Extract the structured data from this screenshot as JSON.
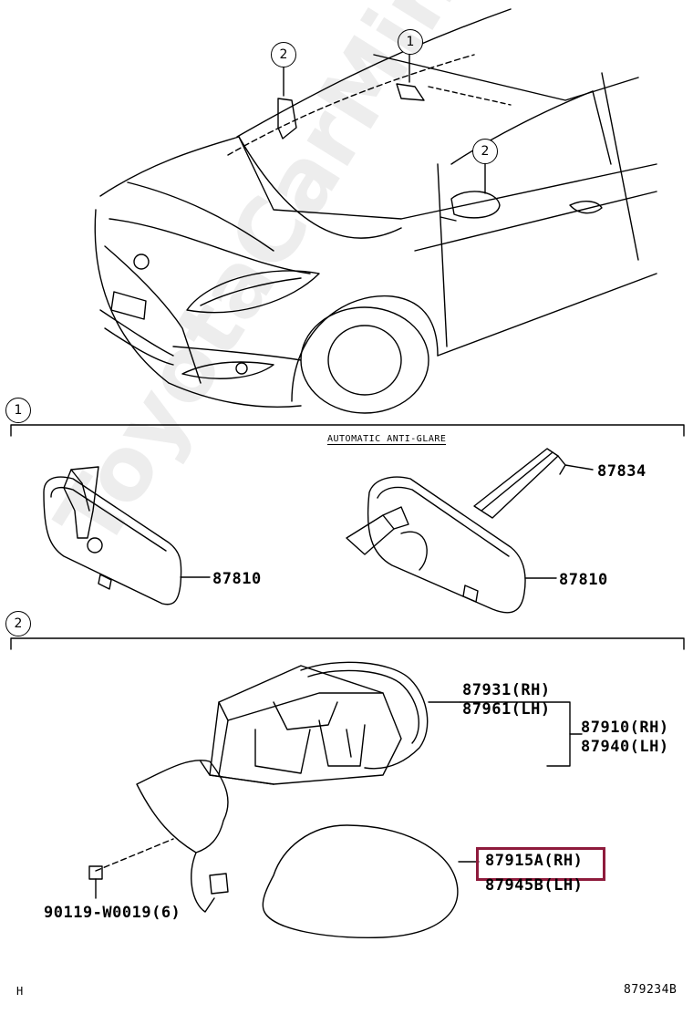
{
  "section_headers": {
    "section1": "1",
    "section2": "2"
  },
  "top_callouts": {
    "rearview_mirror": "1",
    "outer_mirror_left": "2",
    "outer_mirror_right": "2"
  },
  "sub_caption": "AUTOMATIC ANTI-GLARE",
  "labels": {
    "p87834": "87834",
    "p87810_left": "87810",
    "p87810_right": "87810",
    "p87931": "87931(RH)",
    "p87961": "87961(LH)",
    "p87910": "87910(RH)",
    "p87940": "87940(LH)",
    "p87915A": "87915A(RH)",
    "p87945B": "87945B(LH)",
    "p90119": "90119-W0019(6)"
  },
  "footer": {
    "left_mark": "H",
    "diagram_id": "879234B"
  },
  "watermark": "ToyotaCarMine.ru",
  "colors": {
    "highlight": "#8e1b3c",
    "line": "#000000"
  }
}
